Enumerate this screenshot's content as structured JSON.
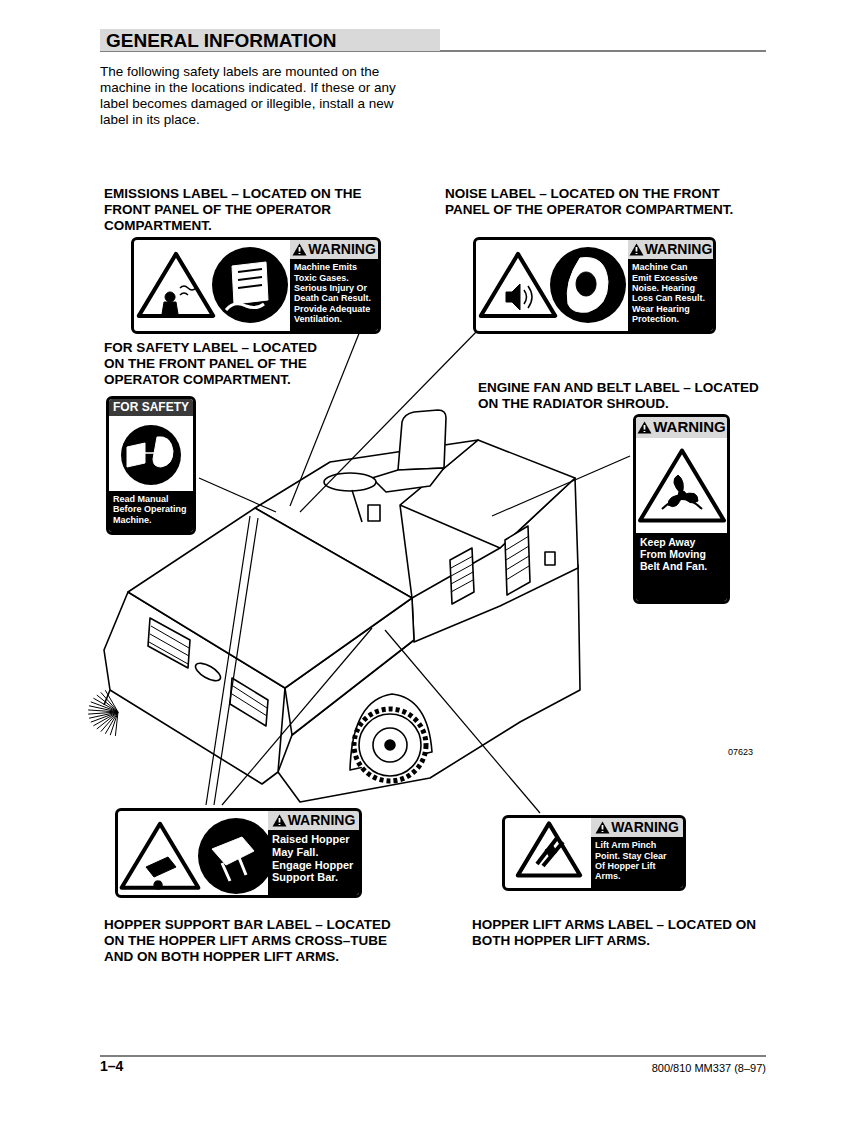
{
  "diagram": {
    "title": "GENERAL INFORMATION",
    "nodes": [
      {
        "text": [
          "EMISSIONS LABEL – LOCATED ON THE FRONT PANEL OF THE OPERATOR COMPARTMENT.",
          "WARNING",
          "Machine Emits Toxic Gases. Serious Injury Or Death Can Result. Provide Adequate Ventilation."
        ]
      },
      {
        "text": [
          "NOISE LABEL – LOCATED ON THE FRONT PANEL OF THE OPERATOR COMPARTMENT.",
          "WARNING",
          "Machine Can Emit Excessive Noise. Hearing Loss Can Result. Wear Hearing Protection."
        ]
      },
      {
        "text": [
          "FOR SAFETY LABEL – LOCATED ON THE FRONT PANEL OF THE OPERATOR COMPARTMENT.",
          "FOR SAFETY",
          "Read Manual Before Operating Machine."
        ]
      },
      {
        "text": [
          "ENGINE FAN AND BELT LABEL – LOCATED ON THE RADIATOR SHROUD.",
          "WARNING",
          "Keep Away From Moving Belt And Fan."
        ]
      },
      {
        "text": [
          "WARNING",
          "Raised Hopper May Fall. Engage Hopper Support Bar.",
          "HOPPER SUPPORT BAR LABEL – LOCATED ON THE HOPPER LIFT ARMS CROSS–TUBE AND ON BOTH HOPPER LIFT ARMS."
        ]
      },
      {
        "text": [
          "WARNING",
          "Lift Arm Pinch Point. Stay Clear Of Hopper Lift Arms.",
          "HOPPER LIFT ARMS LABEL – LOCATED ON BOTH HOPPER LIFT ARMS."
        ]
      }
    ],
    "labels": [
      "The following safety labels are mounted on the machine in the locations indicated. If these or any label becomes damaged or illegible, install a new label in its place.",
      "07623",
      "1–4",
      "800/810 MM337 (8–97)"
    ]
  }
}
